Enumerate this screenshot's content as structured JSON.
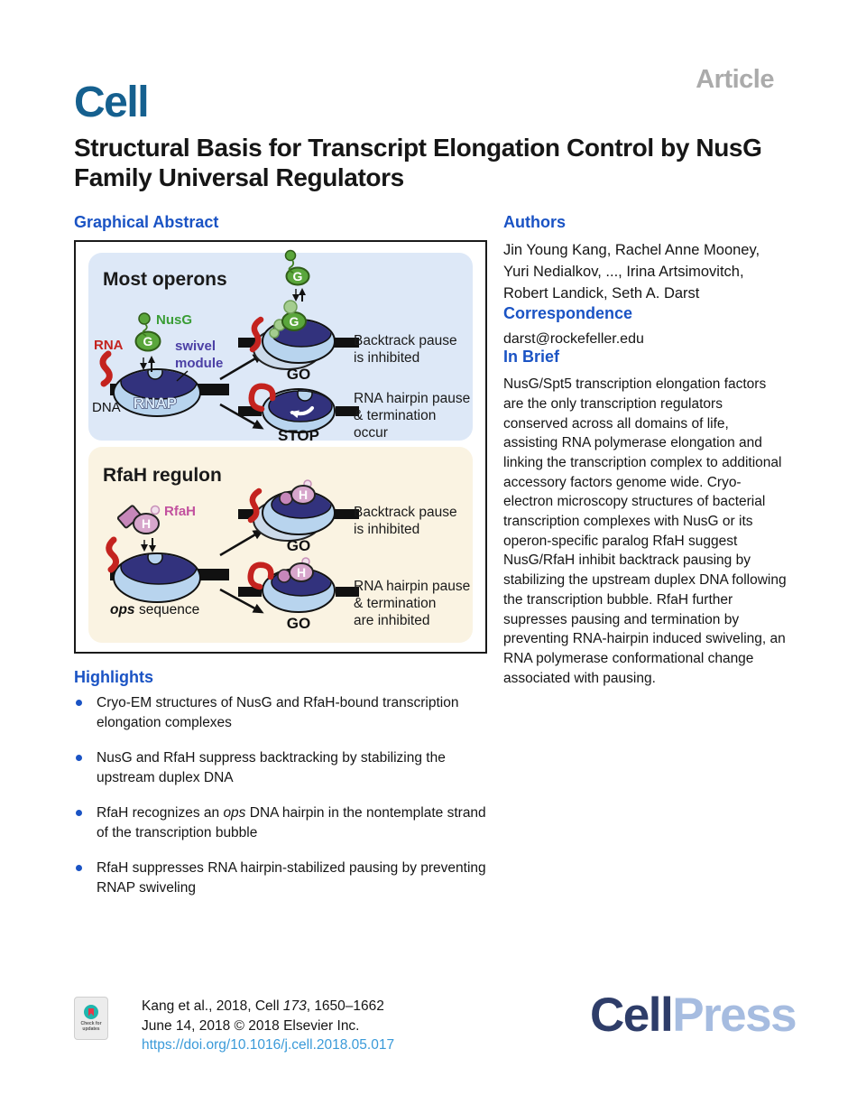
{
  "header": {
    "article_label": "Article",
    "journal_logo": "Cell",
    "title": "Structural Basis for Transcript Elongation Control by NusG Family Universal Regulators"
  },
  "graphical_abstract": {
    "heading": "Graphical Abstract"
  },
  "figure": {
    "panel1": {
      "title": "Most operons",
      "nusg_label": "NusG",
      "g_letter": "G",
      "rna_label": "RNA",
      "swivel_line1": "swivel",
      "swivel_line2": "module",
      "rnap_label": "RNAP",
      "dna_label": "DNA",
      "go_label": "GO",
      "stop_label": "STOP",
      "go_caption": [
        "Backtrack pause",
        "is inhibited"
      ],
      "stop_caption": [
        "RNA hairpin pause",
        "& termination",
        "occur"
      ]
    },
    "panel2": {
      "title": "RfaH regulon",
      "rfah_label": "RfaH",
      "h_letter": "H",
      "ops_italic": "ops",
      "ops_rest": "sequence",
      "go_label": "GO",
      "go1_caption": [
        "Backtrack pause",
        "is inhibited"
      ],
      "go2_caption": [
        "RNA hairpin pause",
        "& termination",
        "are inhibited"
      ]
    }
  },
  "authors": {
    "heading": "Authors",
    "names": "Jin Young Kang, Rachel Anne Mooney, Yuri Nedialkov, ..., Irina Artsimovitch, Robert Landick, Seth A. Darst"
  },
  "correspondence": {
    "heading": "Correspondence",
    "email": "darst@rockefeller.edu"
  },
  "in_brief": {
    "heading": "In Brief",
    "text": "NusG/Spt5 transcription elongation factors are the only transcription regulators conserved across all domains of life, assisting RNA polymerase elongation and linking the transcription complex to additional accessory factors genome wide. Cryo-electron microscopy structures of bacterial transcription complexes with NusG or its operon-specific paralog RfaH suggest NusG/RfaH inhibit backtrack pausing by stabilizing the upstream duplex DNA following the transcription bubble. RfaH further supresses pausing and termination by preventing RNA-hairpin induced swiveling, an RNA polymerase conformational change associated with pausing."
  },
  "highlights": {
    "heading": "Highlights",
    "items": [
      {
        "text": "Cryo-EM structures of NusG and RfaH-bound transcription elongation complexes"
      },
      {
        "text": "NusG and RfaH suppress backtracking by stabilizing the upstream duplex DNA"
      },
      {
        "pre": "RfaH recognizes an ",
        "italic": "ops",
        "post": " DNA hairpin in the nontemplate strand of the transcription bubble"
      },
      {
        "text": "RfaH suppresses RNA hairpin-stabilized pausing by preventing RNAP swiveling"
      }
    ]
  },
  "footer": {
    "badge": {
      "line1": "Check for",
      "line2": "updates"
    },
    "citation": {
      "line1_pre": "Kang et al., 2018, Cell ",
      "line1_italic": "173",
      "line1_post": ", 1650–1662",
      "line2": "June 14, 2018 © 2018 Elsevier Inc.",
      "doi": "https://doi.org/10.1016/j.cell.2018.05.017"
    },
    "cellpress": {
      "cell": "Cell",
      "press": "Press"
    }
  },
  "colors": {
    "heading_blue": "#1a53c4",
    "article_gray": "#ababab",
    "cell_logo": "#15608f",
    "cellpress_dark": "#2e3d69",
    "cellpress_light": "#a6bce0",
    "doi_link": "#3a9ad9",
    "panel_blue": "#dde8f7",
    "panel_cream": "#faf3e2",
    "rnap_blue": "#b8d4ee",
    "navy": "#32327d",
    "green": "#5aa63c",
    "red": "#c4231f",
    "purple": "#4b3fa5",
    "pink_text": "#c2519f",
    "h_fill": "#d7a6cc"
  }
}
